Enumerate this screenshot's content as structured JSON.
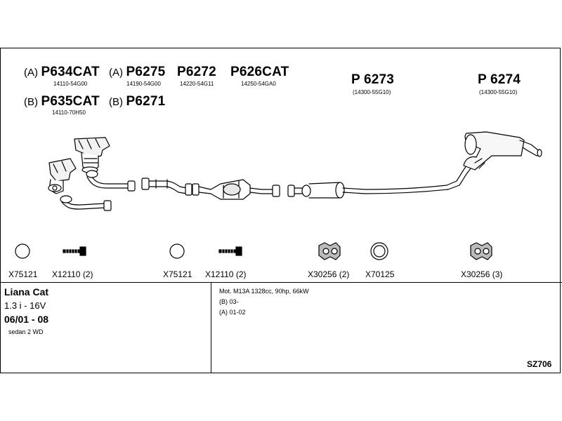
{
  "parts": {
    "p1": {
      "prefix": "(A)",
      "number": "P634CAT",
      "oe": "14110-54G00"
    },
    "p2": {
      "prefix": "(A)",
      "number": "P6275",
      "oe": "14190-54G00"
    },
    "p3": {
      "number": "P6272",
      "oe": "14220-54G11"
    },
    "p4": {
      "number": "P626CAT",
      "oe": "14250-54GA0"
    },
    "p5": {
      "number": "P 6273",
      "oe": "(14300-55G10)"
    },
    "p6": {
      "number": "P 6274",
      "oe": "(14300-55G10)"
    },
    "p7": {
      "prefix": "(B)",
      "number": "P635CAT",
      "oe": "14110-70H50"
    },
    "p8": {
      "prefix": "(B)",
      "number": "P6271"
    }
  },
  "accessories": [
    {
      "code": "X75121",
      "icon": "ring-gasket-icon"
    },
    {
      "code": "X12110 (2)",
      "icon": "bolt-icon"
    },
    {
      "code": "X75121",
      "icon": "ring-gasket-icon"
    },
    {
      "code": "X12110 (2)",
      "icon": "bolt-icon"
    },
    {
      "code": "X30256 (2)",
      "icon": "rubber-hanger-icon"
    },
    {
      "code": "X70125",
      "icon": "ring-gasket-icon"
    },
    {
      "code": "X30256 (3)",
      "icon": "rubber-hanger-icon"
    }
  ],
  "vehicle": {
    "model": "Liana Cat",
    "engine": "1.3 i - 16V",
    "years": "06/01 - 08",
    "body": "sedan 2 WD"
  },
  "notes": {
    "motor": "Mot. M13A 1328cc, 90hp, 66kW",
    "b": "(B) 03-",
    "a": "(A) 01-02"
  },
  "code": "SZ706"
}
